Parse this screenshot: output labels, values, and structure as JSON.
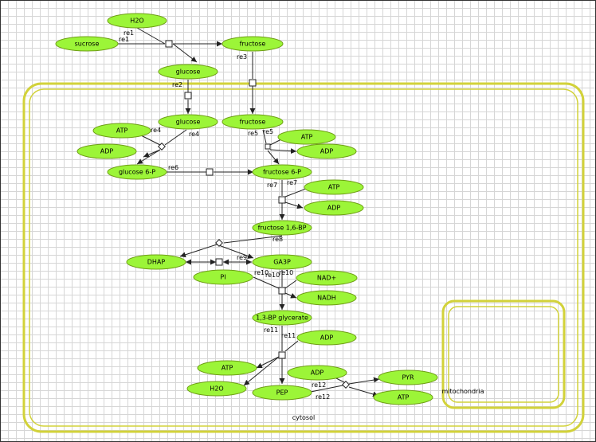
{
  "compartments": {
    "cytosol": "cytosol",
    "mitochondria": "mitochondria"
  },
  "species": {
    "h2o_top": "H2O",
    "sucrose": "sucrose",
    "fructose_ext": "fructose",
    "glucose_ext": "glucose",
    "glucose": "glucose",
    "fructose": "fructose",
    "atp_re4": "ATP",
    "adp_re4": "ADP",
    "atp_re5": "ATP",
    "adp_re5": "ADP",
    "g6p": "glucose 6-P",
    "f6p": "fructose 6-P",
    "atp_re7": "ATP",
    "adp_re7": "ADP",
    "f16bp": "fructose 1,6-BP",
    "dhap": "DHAP",
    "ga3p": "GA3P",
    "pi": "PI",
    "nad": "NAD+",
    "nadh": "NADH",
    "bpg": "1,3-BP glycerate",
    "adp_re11": "ADP",
    "atp_re11": "ATP",
    "h2o_re11": "H2O",
    "pep": "PEP",
    "adp_re12": "ADP",
    "pyr": "PYR",
    "atp_re12": "ATP"
  },
  "reactions": {
    "re1": "re1",
    "re2": "re2",
    "re3": "re3",
    "re4": "re4",
    "re5": "re5",
    "re6": "re6",
    "re7": "re7",
    "re8": "re8",
    "re9": "re9",
    "re10": "re10",
    "re11": "re11",
    "re12": "re12"
  }
}
